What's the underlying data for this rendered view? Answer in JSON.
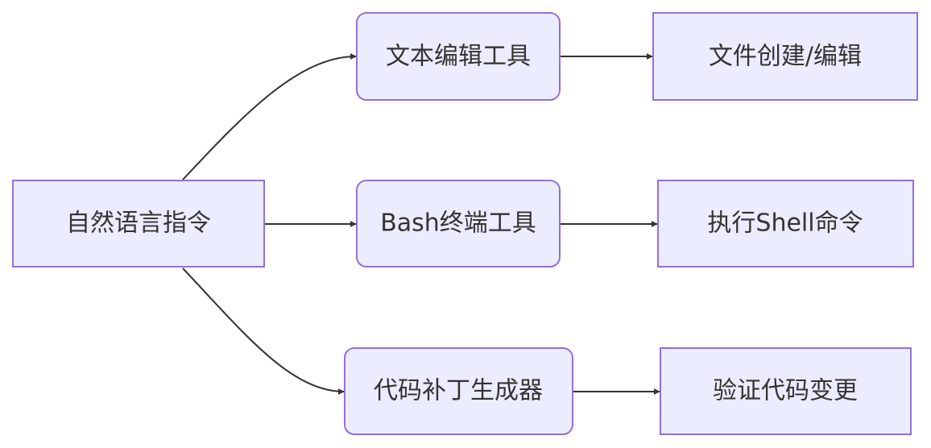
{
  "diagram": {
    "type": "flowchart",
    "direction": "left-to-right",
    "colors": {
      "node_fill": "#ECECFF",
      "node_stroke": "#9370DB",
      "edge": "#333333",
      "text": "#333333"
    },
    "nodes": {
      "nl": {
        "label": "自然语言指令",
        "shape": "rect"
      },
      "text_tool": {
        "label": "文本编辑工具",
        "shape": "rounded"
      },
      "bash_tool": {
        "label": "Bash终端工具",
        "shape": "rounded"
      },
      "patch_tool": {
        "label": "代码补丁生成器",
        "shape": "rounded"
      },
      "file_edit": {
        "label": "文件创建/编辑",
        "shape": "rect"
      },
      "shell_cmd": {
        "label": "执行Shell命令",
        "shape": "rect"
      },
      "verify": {
        "label": "验证代码变更",
        "shape": "rect"
      }
    },
    "edges": [
      {
        "from": "nl",
        "to": "text_tool"
      },
      {
        "from": "nl",
        "to": "bash_tool"
      },
      {
        "from": "nl",
        "to": "patch_tool"
      },
      {
        "from": "text_tool",
        "to": "file_edit"
      },
      {
        "from": "bash_tool",
        "to": "shell_cmd"
      },
      {
        "from": "patch_tool",
        "to": "verify"
      }
    ]
  }
}
